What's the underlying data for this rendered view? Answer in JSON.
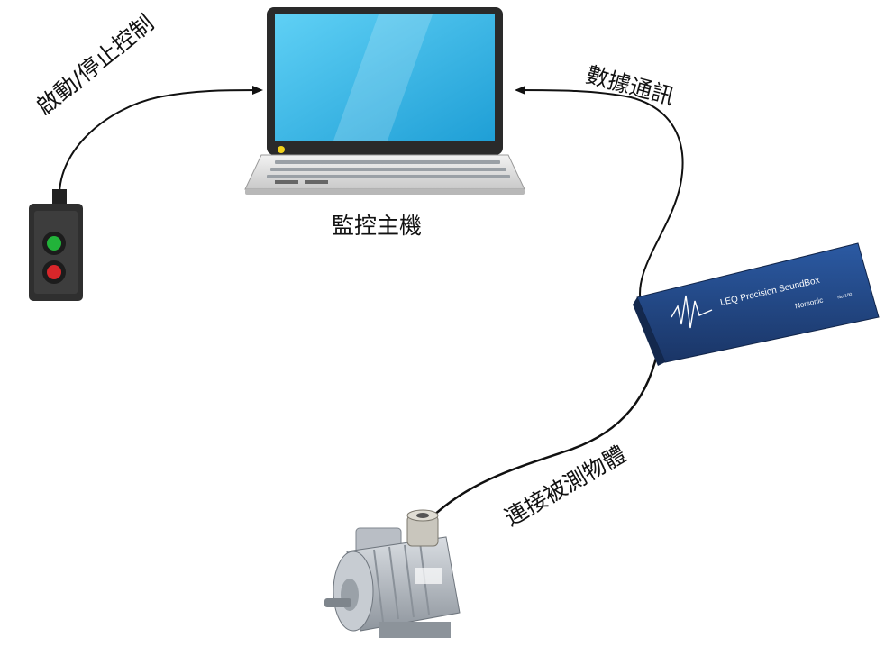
{
  "labels": {
    "host": "監控主機",
    "control": "啟動/停止控制",
    "data_comm": "數據通訊",
    "connect": "連接被測物體"
  },
  "soundbox": {
    "model": "LEQ Precision SoundBox",
    "brand": "Norsonic",
    "tag": "Nor100"
  },
  "colors": {
    "cable": "#111111",
    "screen": "#34b4e6",
    "soundbox": "#1f3f7a",
    "start_button": "#22b33a",
    "stop_button": "#d8262a"
  }
}
